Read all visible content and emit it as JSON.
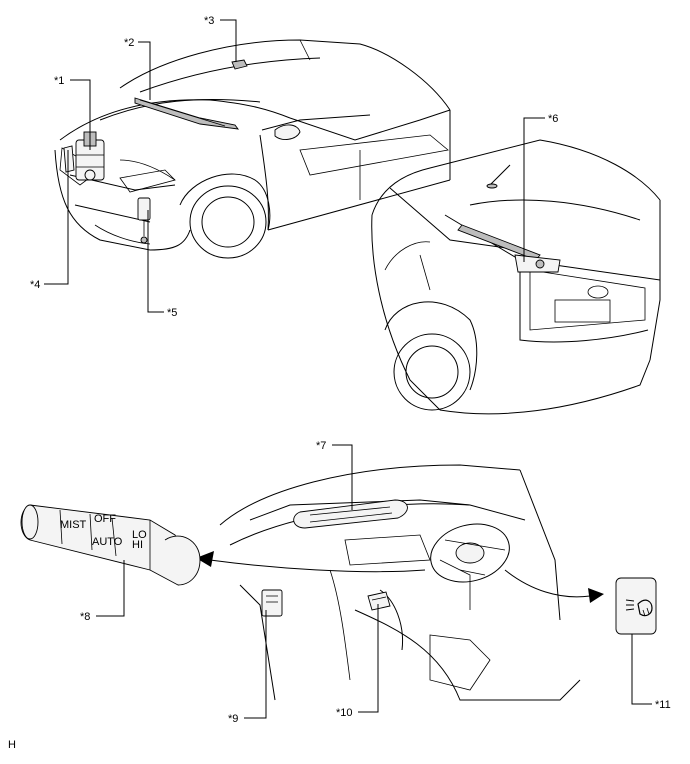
{
  "callouts": {
    "c1": "*1",
    "c2": "*2",
    "c3": "*3",
    "c4": "*4",
    "c5": "*5",
    "c6": "*6",
    "c7": "*7",
    "c8": "*8",
    "c9": "*9",
    "c10": "*10",
    "c11": "*11"
  },
  "footer_code": "H",
  "stalk_labels": {
    "mist": "MIST",
    "off": "OFF",
    "auto": "AUTO",
    "lo": "LO",
    "hi": "HI"
  },
  "icons": {
    "washer_switch": "headlight-washer-icon"
  }
}
